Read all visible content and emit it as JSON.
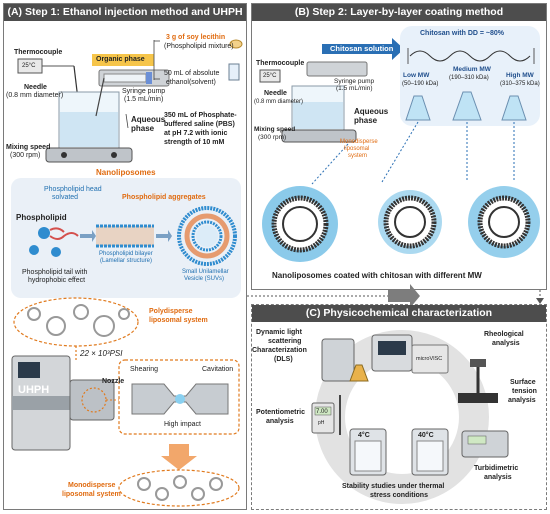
{
  "panelA": {
    "title": "(A) Step 1: Ethanol injection method and UHPH",
    "organic_phase": "Organic phase",
    "lecithin": "3 g of soy lecithin",
    "lecithin_sub": "(Phospholipid mixture)",
    "ethanol_1": "50 mL of absolute",
    "ethanol_2": "ethanol(solvent)",
    "thermocouple": "Thermocouple",
    "temp": "25°C",
    "syringe_1": "Syringe pump",
    "syringe_2": "(1.5 mL/min)",
    "needle_1": "Needle",
    "needle_2": "(0.8 mm diameter)",
    "aqueous_1": "Aqueous",
    "aqueous_2": "phase",
    "pbs": [
      "350 mL of Phosphate-",
      "buffered saline (PBS)",
      "at pH 7.2 with ionic",
      "strength of 10 mM"
    ],
    "mixing_1": "Mixing speed",
    "mixing_2": "(300 rpm)",
    "nanoliposomes": "Nanoliposomes",
    "head_1": "Phospholipid head",
    "head_2": "solvated",
    "aggregates": "Phospholipid aggregates",
    "phospholipid": "Phospholipid",
    "bilayer_1": "Phospholipid bilayer",
    "bilayer_2": "(Lamellar structure)",
    "suv_1": "Small Unilamellar",
    "suv_2": "Vesicle (SUVs)",
    "tail_1": "Phospholipid tail with",
    "tail_2": "hydrophobic effect",
    "polydisperse_1": "Polydisperse",
    "polydisperse_2": "liposomal system",
    "pressure": "22 × 10³PSI",
    "uhph": "UHPH",
    "shearing": "Shearing",
    "cavitation": "Cavitation",
    "nozzle": "Nozzle",
    "impact": "High impact",
    "mono_1": "Monodisperse",
    "mono_2": "liposomal system"
  },
  "panelB": {
    "title": "(B) Step 2: Layer-by-layer coating method",
    "chitosan_solution": "Chitosan solution",
    "dd": "Chitosan with DD = ~80%",
    "thermocouple": "Thermocouple",
    "temp": "25°C",
    "syringe_1": "Syringe pump",
    "syringe_2": "(1.5 mL/min)",
    "needle_1": "Needle",
    "needle_2": "(0.8 mm diameter)",
    "aqueous_1": "Aqueous",
    "aqueous_2": "phase",
    "mixing_1": "Mixing speed",
    "mixing_2": "(300 rpm)",
    "mono_1": "Monodisperse",
    "mono_2": "liposomal",
    "mono_3": "system",
    "low_1": "Low MW",
    "low_2": "(50–190 kDa)",
    "medium_1": "Medium MW",
    "medium_2": "(190–310 kDa)",
    "high_1": "High MW",
    "high_2": "(310–375 kDa)",
    "coated": "Nanoliposomes coated with chitosan with different MW"
  },
  "panelC": {
    "title": "(C) Physicochemical characterization",
    "dls": [
      "Dynamic light",
      "scattering",
      "Characterization",
      "(DLS)"
    ],
    "rheo_1": "Rheological",
    "rheo_2": "analysis",
    "surface": [
      "Surface",
      "tension",
      "analysis"
    ],
    "potentio_1": "Potentiometric",
    "potentio_2": "analysis",
    "ph_reading": "7.00",
    "ph_unit": "pH",
    "turb_1": "Turbidimetric",
    "turb_2": "analysis",
    "t4": "4°C",
    "t40": "40°C",
    "stability_1": "Stability studies under thermal",
    "stability_2": "stress conditions",
    "device": "microVISC"
  }
}
